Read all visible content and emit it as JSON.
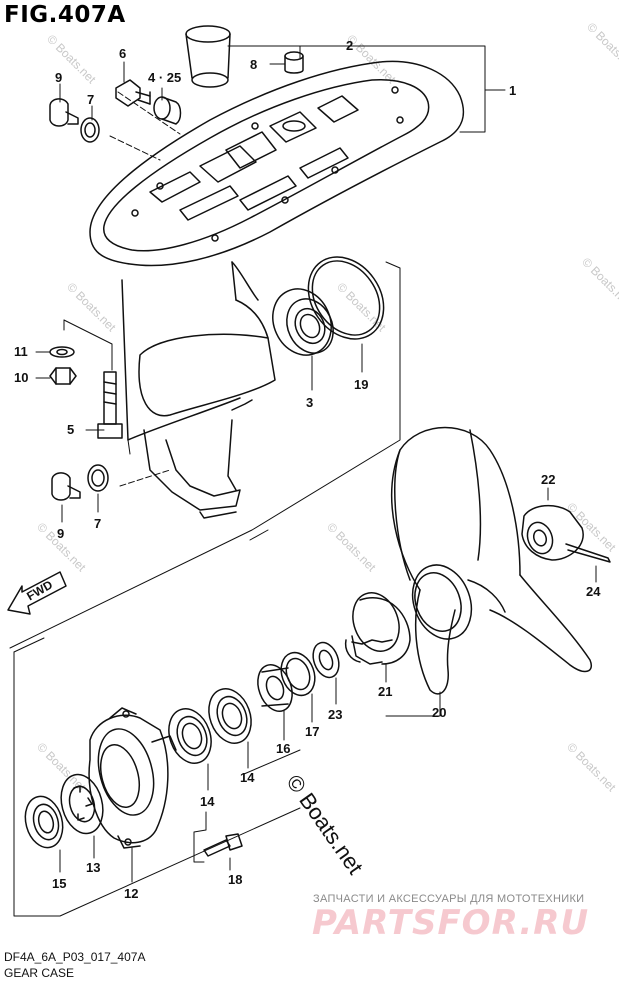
{
  "figure": {
    "title": "FIG.407A",
    "code": "DF4A_6A_P03_017_407A",
    "name": "GEAR CASE"
  },
  "direction_arrow": {
    "label": "FWD"
  },
  "watermark": {
    "copyright": "© Boats.net",
    "repeat_text": "© Boats.net"
  },
  "ads": {
    "line": "ЗАПЧАСТИ И АКСЕССУАРЫ ДЛЯ МОТОТЕХНИКИ",
    "brand": "PARTSFOR.RU"
  },
  "callouts": {
    "c1": "1",
    "c2": "2",
    "c3": "3",
    "c4": "4 · 25",
    "c5": "5",
    "c6": "6",
    "c7a": "7",
    "c7b": "7",
    "c8": "8",
    "c9a": "9",
    "c9b": "9",
    "c10": "10",
    "c11": "11",
    "c12": "12",
    "c13": "13",
    "c14a": "14",
    "c14b": "14",
    "c15": "15",
    "c16": "16",
    "c17": "17",
    "c18": "18",
    "c19": "19",
    "c20": "20",
    "c21": "21",
    "c22": "22",
    "c23": "23",
    "c24": "24"
  },
  "colors": {
    "line": "#111111",
    "watermark": "#c8c8c8",
    "brand": "#f6c9cf",
    "ads": "#8a8a8a"
  }
}
